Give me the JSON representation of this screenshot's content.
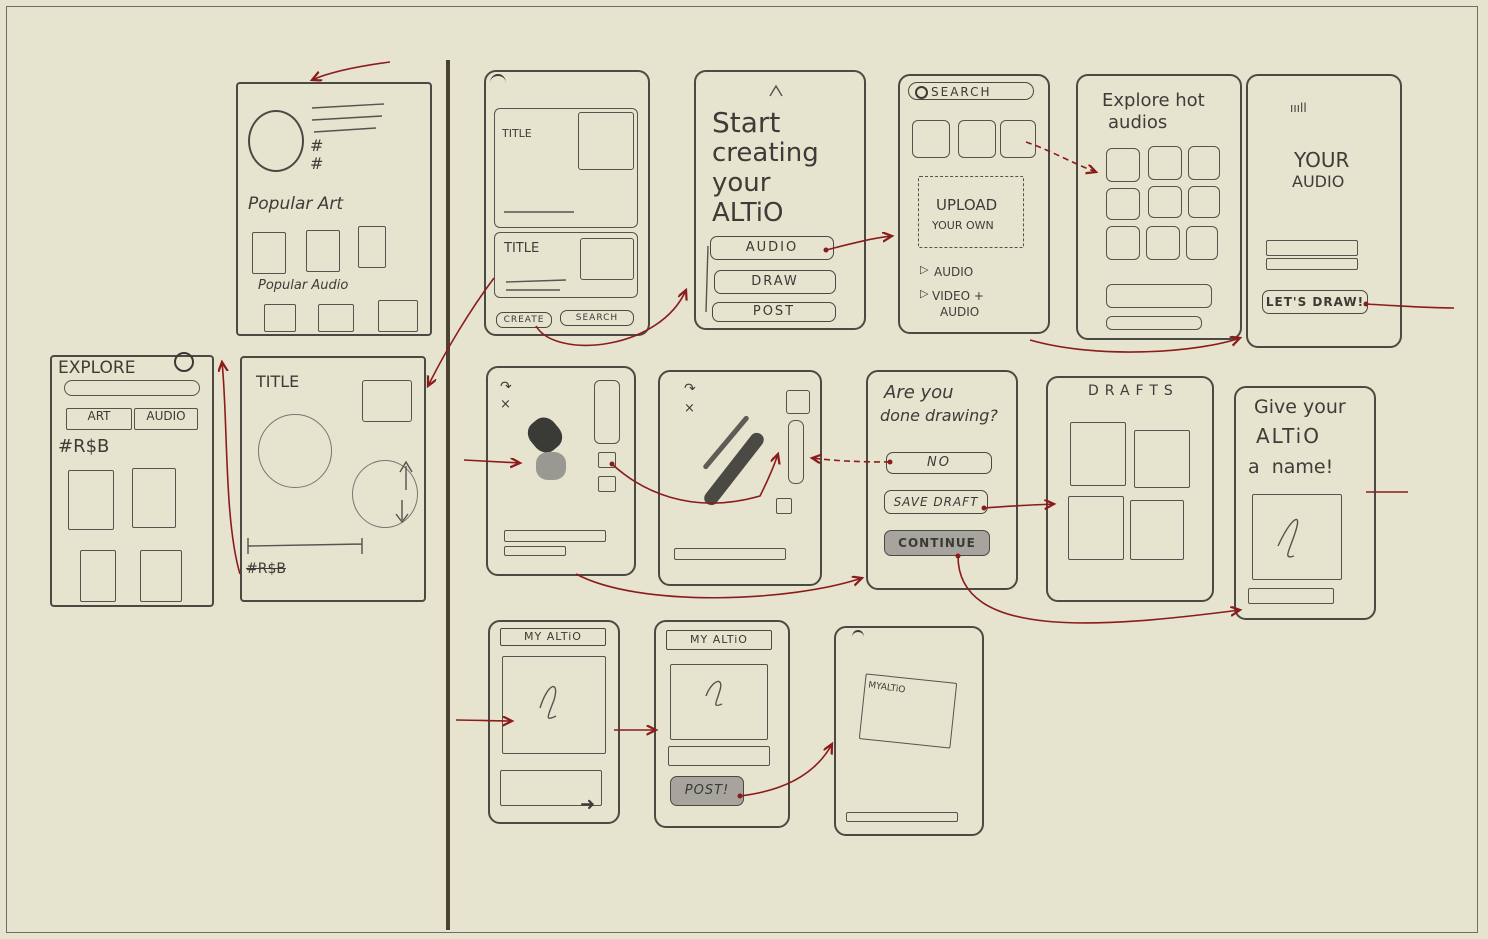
{
  "profile": {
    "hash1": "#",
    "hash2": "#",
    "popular_art": "Popular Art",
    "popular_audio": "Popular Audio"
  },
  "explore": {
    "title": "EXPLORE",
    "tab_art": "ART",
    "tab_audio": "AUDIO",
    "tag": "#R$B"
  },
  "detail": {
    "title": "TITLE",
    "tag": "#R$B"
  },
  "feed": {
    "title1": "TITLE",
    "title2": "TITLE",
    "create": "CREATE",
    "search": "SEARCH"
  },
  "start": {
    "line1": "Start",
    "line2": "creating",
    "line3": "your",
    "line4": "ALTiO",
    "audio": "AUDIO",
    "draw": "DRAW",
    "post": "POST"
  },
  "search": {
    "placeholder": "SEARCH",
    "upload1": "UPLOAD",
    "upload2": "YOUR OWN",
    "opt_audio": "AUDIO",
    "opt_video1": "VIDEO +",
    "opt_video2": "AUDIO"
  },
  "hot": {
    "line1": "Explore hot",
    "line2": "audios"
  },
  "your_audio": {
    "line1": "YOUR",
    "line2": "AUDIO",
    "lets_draw": "LET'S DRAW!"
  },
  "done": {
    "line1": "Are you",
    "line2": "done drawing?",
    "no": "NO",
    "save": "SAVE DRAFT",
    "continue": "CONTINUE"
  },
  "drafts": {
    "title": "DRAFTS"
  },
  "name": {
    "line1": "Give your",
    "line2": "ALTiO",
    "line3": "a  name!"
  },
  "my_altio": {
    "title1": "MY ALTiO",
    "title2": "MY ALTiO",
    "post": "POST!",
    "card": "MYALTiO"
  },
  "colors": {
    "paper": "#e6e3cf",
    "pencil": "#4a4944",
    "arrow": "#8b1c1c"
  }
}
